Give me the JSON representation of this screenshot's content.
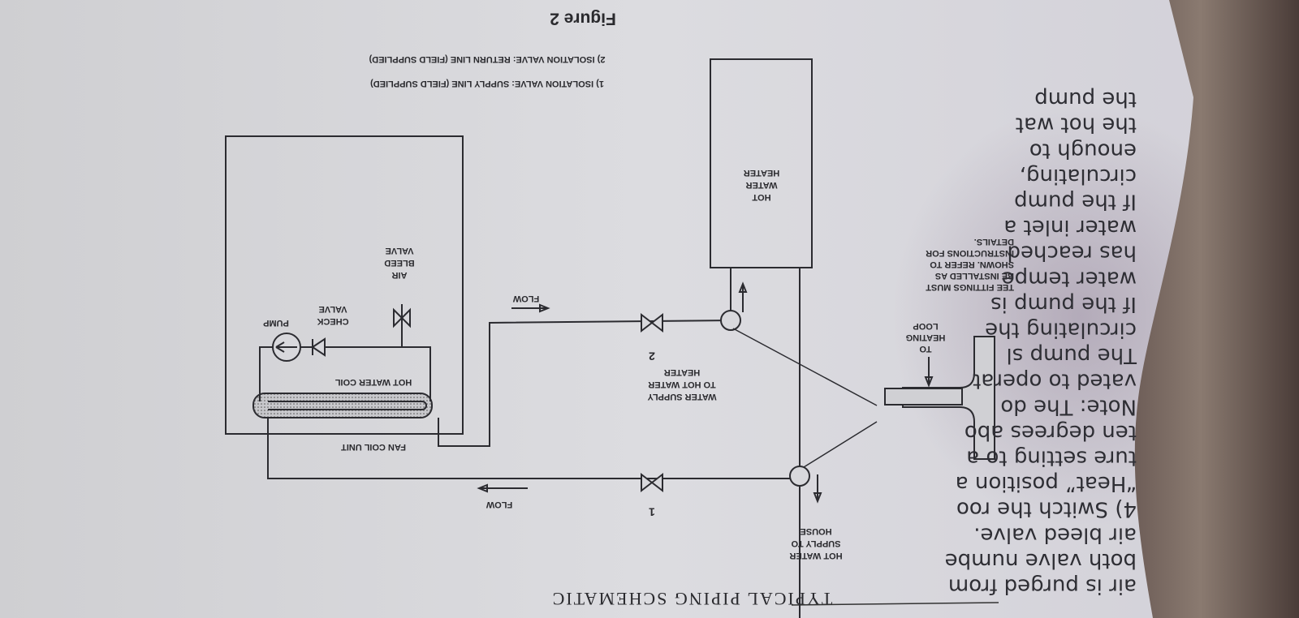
{
  "title": "TYPICAL PIPING SCHEMATIC",
  "figure_caption": "Figure 2",
  "notes": [
    "1) ISOLATION VALVE: SUPPLY LINE (FIELD SUPPLIED)",
    "2) ISOLATION VALVE: RETURN LINE (FIELD SUPPLIED)"
  ],
  "components": {
    "hot_water_heater": [
      "HOT",
      "WATER",
      "HEATER"
    ],
    "fan_coil_unit": "FAN COIL UNIT",
    "hot_water_coil": "HOT WATER COIL",
    "pump": "PUMP",
    "check_valve": [
      "CHECK",
      "VALVE"
    ],
    "air_bleed_valve": [
      "AIR",
      "BLEED",
      "VALVE"
    ],
    "valve_1": "1",
    "valve_2": "2",
    "flow_supply": "FLOW",
    "flow_return": "FLOW",
    "water_supply_heater": [
      "WATER SUPPLY",
      "TO HOT WATER",
      "HEATER"
    ],
    "hot_water_house": [
      "HOT WATER",
      "SUPPLY TO",
      "HOUSE"
    ],
    "heating_loop": [
      "TO",
      "HEATING",
      "LOOP"
    ],
    "tee_note": [
      "TEE FITTINGS MUST",
      "BE INSTALLED AS",
      "SHOWN.  REFER TO",
      "INSTRUCTIONS FOR",
      "DETAILS."
    ]
  },
  "body_text": [
    "air is purged from",
    "both valve numbe",
    "air bleed valve.",
    "4) Switch the roo",
    "“Heat” position a",
    "ture setting to a",
    "ten degrees abo",
    "Note:  The do",
    "vated to operat",
    "The pump sl",
    "circulating the",
    "If the pump is",
    "water tempe",
    "has reached",
    "water inlet a",
    "If the pump",
    "circulating,",
    "enough to",
    "the hot wat",
    "the pump"
  ]
}
